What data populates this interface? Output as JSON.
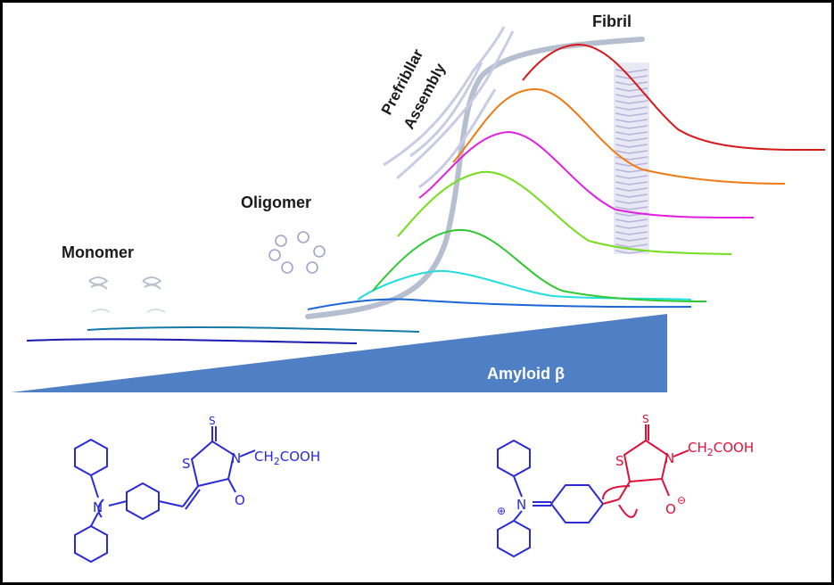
{
  "labels": {
    "monomer": "Monomer",
    "oligomer": "Oligomer",
    "prefibrillar_line1": "Prefribllar",
    "prefibrillar_line2": "Assembly",
    "fibril": "Fibril",
    "amyloid": "Amyloid β"
  },
  "structures": {
    "neutral": {
      "color": "#2a2ad6",
      "sulfur": "S",
      "sulfur_ring": "S",
      "nitrogen_ring": "N",
      "nitrogen_amine": "N",
      "carbonyl_oxygen": "O",
      "side_chain": "CH",
      "side_chain_sub": "2",
      "side_chain_end": "COOH"
    },
    "zwitterion": {
      "color_cation": "#2a2ad6",
      "color_anion": "#e0103a",
      "sulfur": "S",
      "sulfur_ring": "S",
      "nitrogen_ring": "N",
      "nitrogen_amine": "N",
      "plus": "⊕",
      "oxygen": "O",
      "minus": "⊖",
      "side_chain": "CH",
      "side_chain_sub": "2",
      "side_chain_end": "COOH"
    }
  },
  "colors": {
    "wedge": "#4f7fc4",
    "curve_red": "#d61a1a",
    "curve_orange": "#ef7a14",
    "curve_magenta": "#e020e0",
    "curve_lime": "#74dd1c",
    "curve_green": "#2fc82f",
    "curve_cyan": "#22dede",
    "curve_blue": "#1a66d6",
    "curve_teal": "#157aa8",
    "curve_navy": "#1a1ab3"
  }
}
